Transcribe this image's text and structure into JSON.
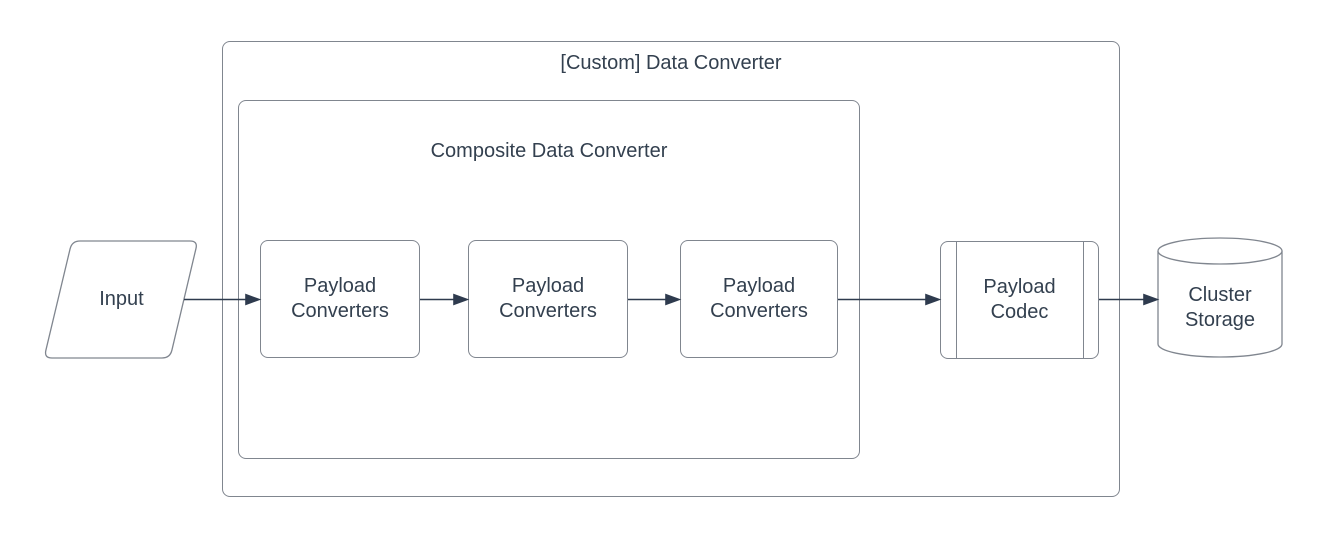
{
  "diagram": {
    "containers": {
      "custom": {
        "title": "[Custom] Data Converter"
      },
      "composite": {
        "title": "Composite Data Converter"
      }
    },
    "nodes": {
      "input": {
        "label": "Input",
        "shape": "parallelogram"
      },
      "converter1": {
        "label": "Payload\nConverters",
        "shape": "rounded-rectangle"
      },
      "converter2": {
        "label": "Payload\nConverters",
        "shape": "rounded-rectangle"
      },
      "converter3": {
        "label": "Payload\nConverters",
        "shape": "rounded-rectangle"
      },
      "codec": {
        "label": "Payload\nCodec",
        "shape": "predefined-process"
      },
      "storage": {
        "label": "Cluster\nStorage",
        "shape": "cylinder"
      }
    },
    "flow": "input > converter1 > converter2 > converter3 > codec > storage",
    "colors": {
      "background": "#ffffff",
      "shape_stroke": "#80868f",
      "arrow": "#2e3b4e",
      "text": "#33404f"
    }
  }
}
